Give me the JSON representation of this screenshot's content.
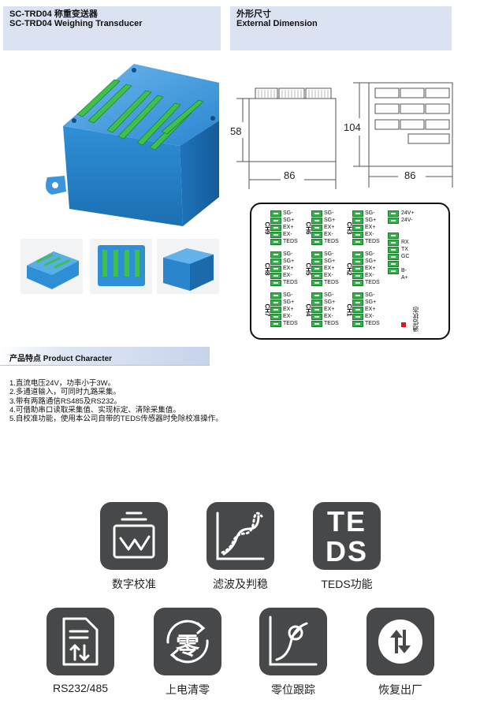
{
  "header_left": {
    "line1": "SC-TRD04 称重变送器",
    "line2": "SC-TRD04  Weighing Transducer"
  },
  "header_right": {
    "line1": "外形尺寸",
    "line2": "External Dimension"
  },
  "dimensions": {
    "front_height": "58",
    "front_width": "86",
    "top_height": "104",
    "top_width": "86"
  },
  "terminal_panel": {
    "channel_pins": [
      "SG-",
      "SG+",
      "EX+",
      "EX-",
      "TEDS"
    ],
    "channels": [
      "CH9",
      "CH6",
      "CH3",
      "CH8",
      "CH5",
      "CH2",
      "CH7",
      "CH4",
      "CH1"
    ],
    "power_pins": [
      "24V+",
      "24V-"
    ],
    "comm_pins": [
      "RX",
      "TX",
      "GC",
      "B-",
      "A+"
    ],
    "status_label": "通信状态",
    "status_color": "#e0161b"
  },
  "section": {
    "title": "产品特点 Product Character"
  },
  "features": [
    "1.直流电压24V，功率小于3W。",
    "2.多通道输入，可同时九路采集。",
    "3.带有两路通信RS485及RS232。",
    "4.可借助串口读取采集值、实现标定、清除采集值。",
    "5.自校准功能，使用本公司自带的TEDS传感器时免除校准操作。"
  ],
  "icons": [
    {
      "name": "digital-calibration-icon",
      "label": "数字校准"
    },
    {
      "name": "filter-stabilize-icon",
      "label": "滤波及判稳"
    },
    {
      "name": "teds-icon",
      "label": "TEDS功能",
      "text1": "TE",
      "text2": "DS"
    },
    {
      "name": "rs232-485-icon",
      "label": "RS232/485"
    },
    {
      "name": "power-on-zero-icon",
      "label": "上电清零",
      "glyph": "零"
    },
    {
      "name": "zero-tracking-icon",
      "label": "零位跟踪"
    },
    {
      "name": "factory-reset-icon",
      "label": "恢复出厂"
    }
  ],
  "colors": {
    "header_bg": "#dbe3f3",
    "box_blue": "#2f8fd6",
    "terminal_green": "#35b04b",
    "icon_tile": "#47484a"
  }
}
